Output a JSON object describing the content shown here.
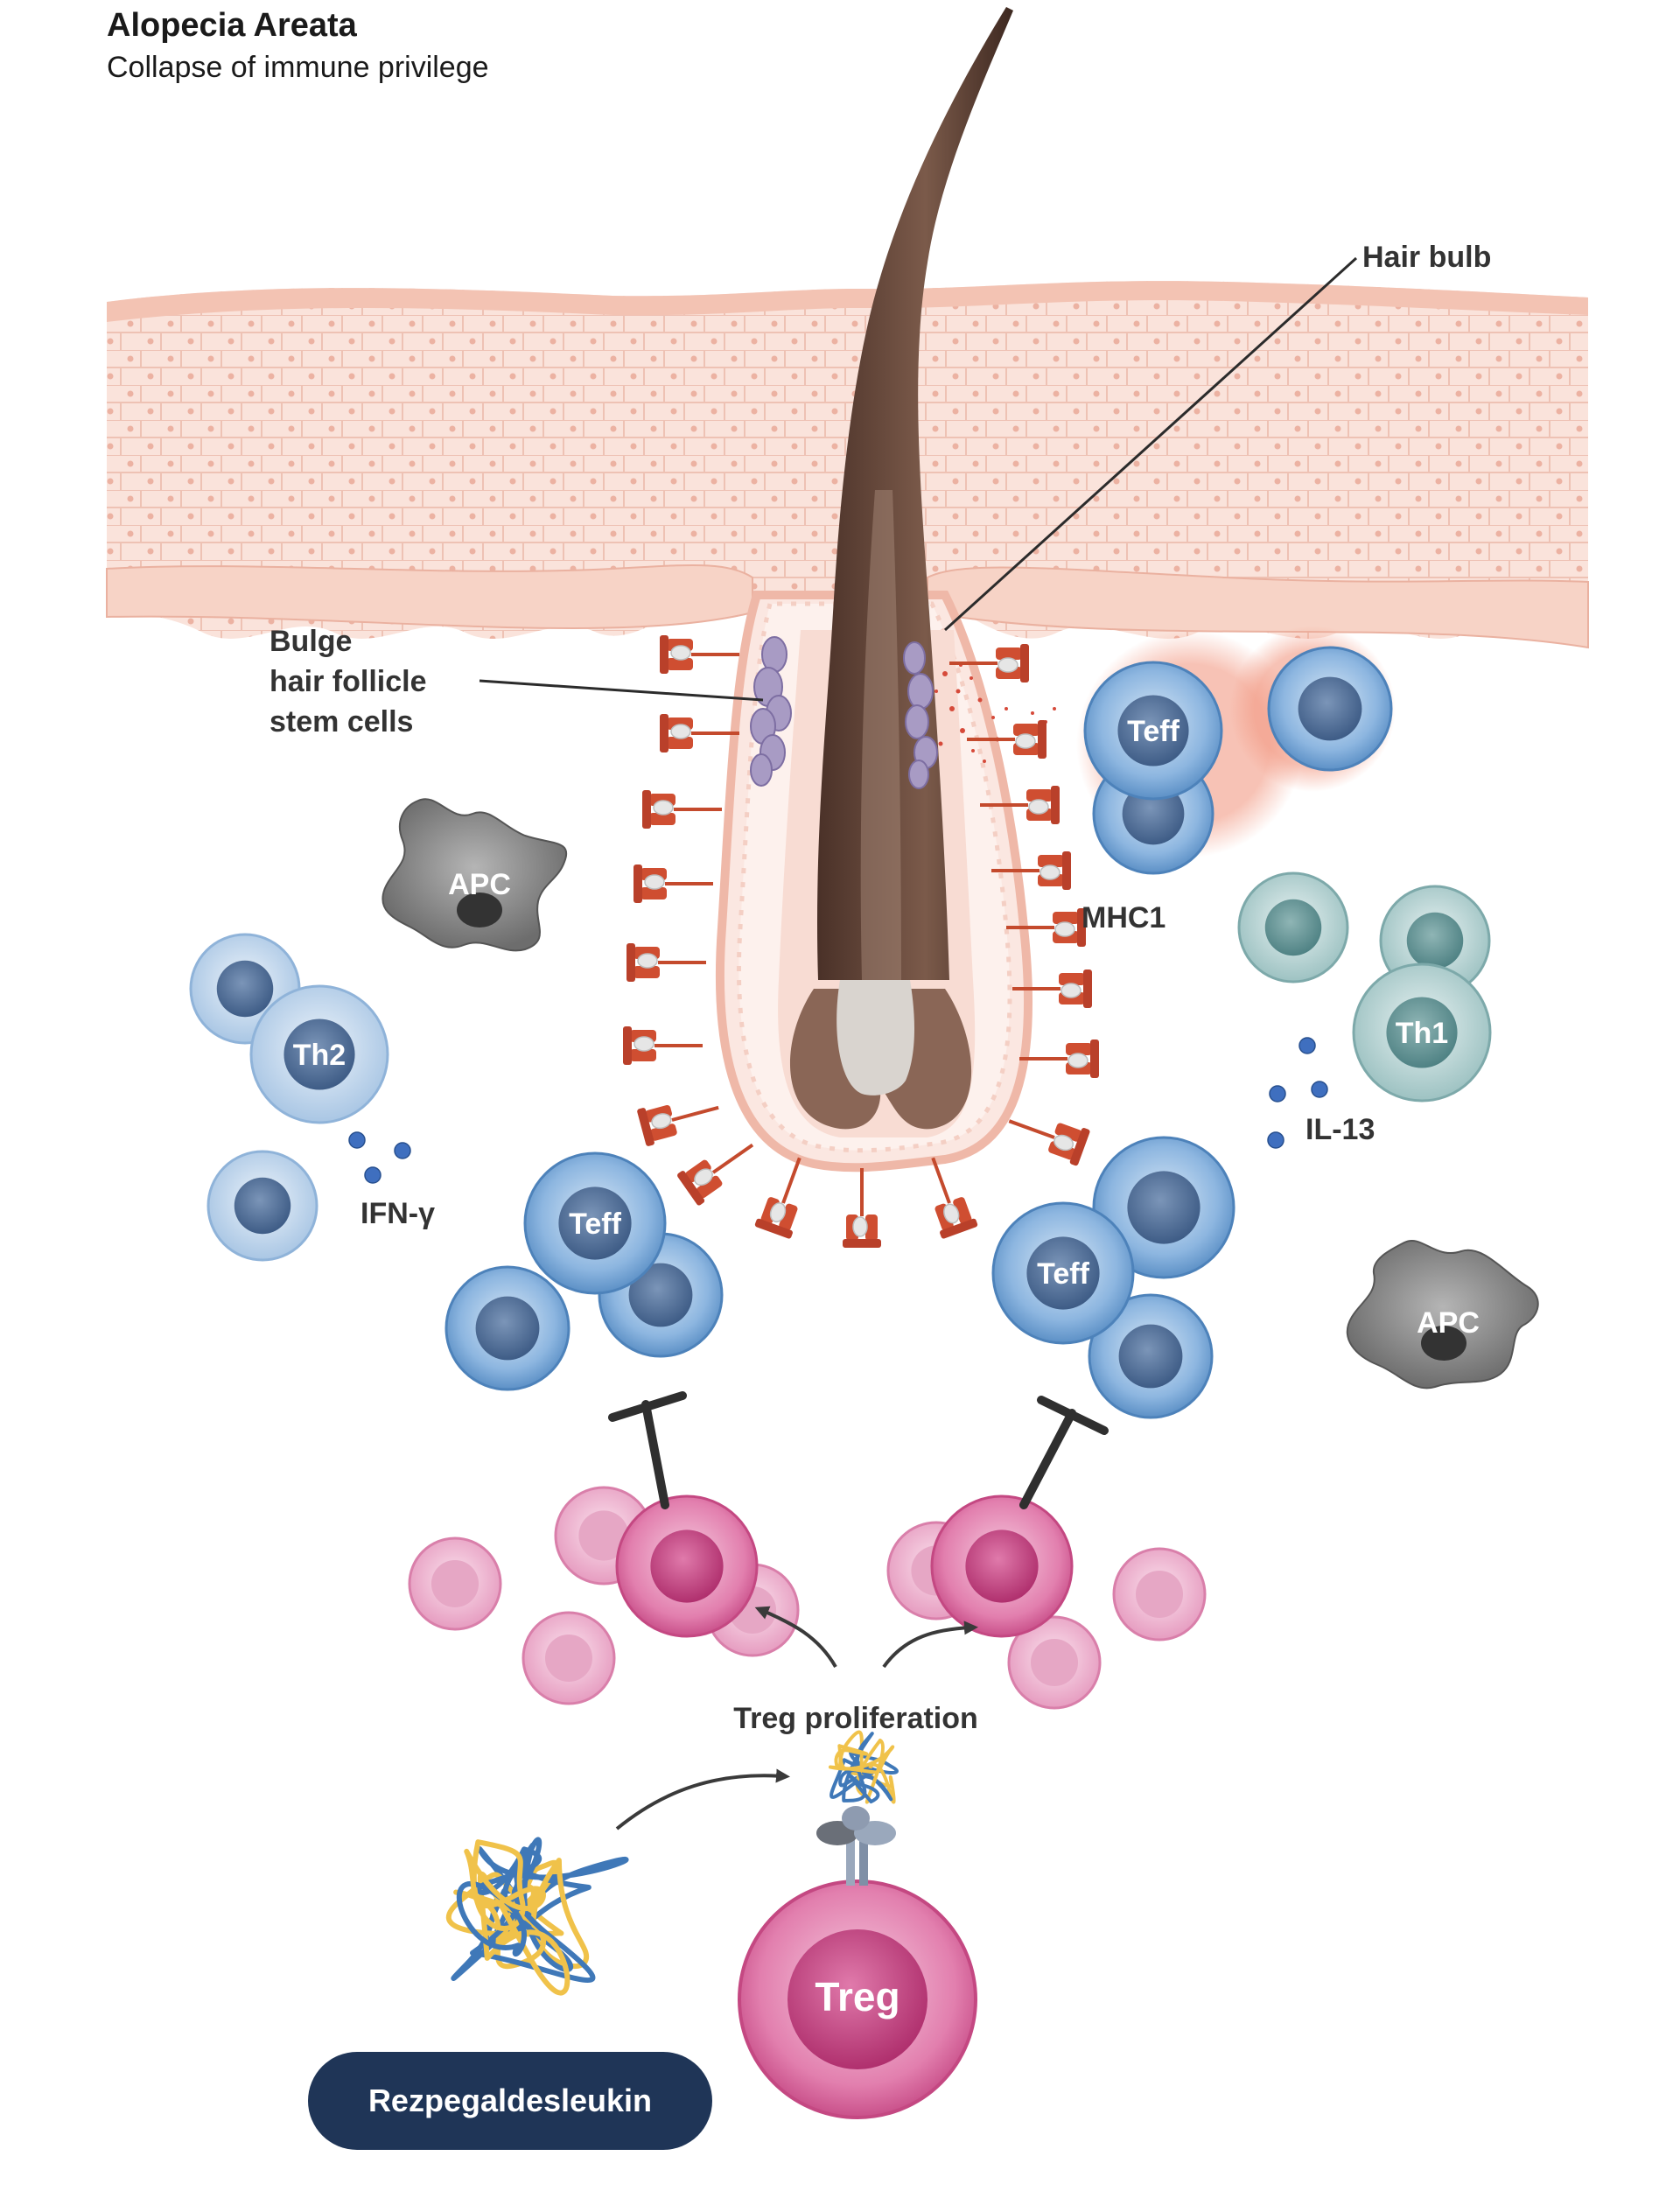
{
  "header": {
    "title": "Alopecia Areata",
    "subtitle": "Collapse of immune privilege"
  },
  "labels": {
    "hair_bulb": "Hair bulb",
    "bulge_line1": "Bulge",
    "bulge_line2": "hair follicle",
    "bulge_line3": "stem cells",
    "mhc1": "MHC1",
    "ifn": "IFN-γ",
    "il13": "IL-13",
    "treg_proliferation": "Treg proliferation"
  },
  "cells": {
    "apc": "APC",
    "teff": "Teff",
    "th1": "Th1",
    "th2": "Th2",
    "treg": "Treg"
  },
  "drug": {
    "name": "Rezpegaldesleukin"
  },
  "colors": {
    "skin": "#f6d6cc",
    "hair": "#6b4a3c",
    "teff_blue": "#5b8fc4",
    "th1_teal": "#6f9ea0",
    "th2_blue": "#8fb3d9",
    "treg_pink": "#d4508e",
    "apc_gray": "#6e6e6e",
    "mhc_red": "#cc4a2c",
    "drug_navy": "#1f3557"
  }
}
